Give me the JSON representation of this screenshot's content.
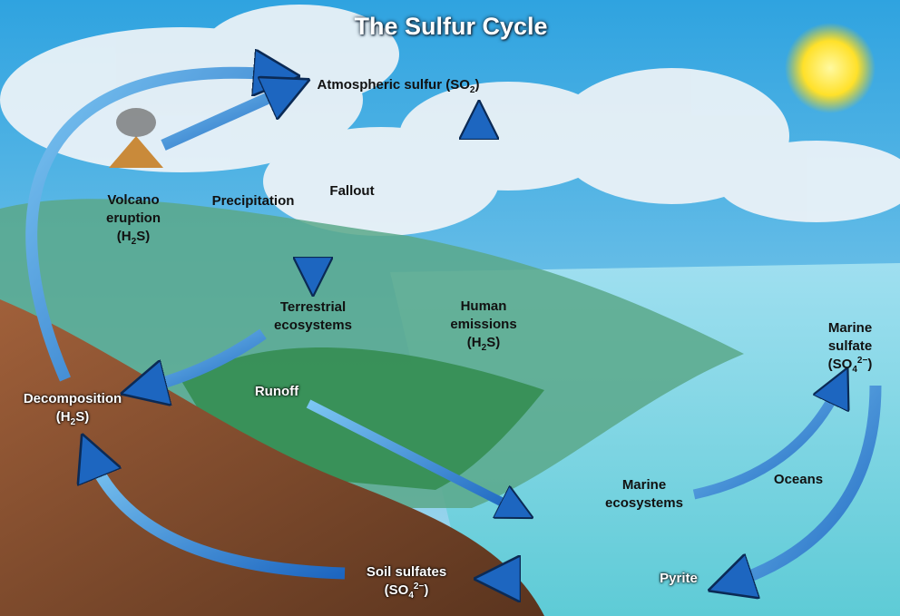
{
  "title": "The Sulfur Cycle",
  "labels": {
    "atmospheric": {
      "text": "Atmospheric sulfur (SO",
      "sub": "2",
      "end": ")"
    },
    "volcano": {
      "line1": "Volcano",
      "line2": "eruption",
      "pre": "(H",
      "sub": "2",
      "end": "S)"
    },
    "precipitation": "Precipitation",
    "fallout": "Fallout",
    "terrestrial": {
      "line1": "Terrestrial",
      "line2": "ecosystems"
    },
    "human": {
      "line1": "Human",
      "line2": "emissions",
      "pre": "(H",
      "sub": "2",
      "end": "S)"
    },
    "marine_sulfate": {
      "line1": "Marine",
      "line2": "sulfate",
      "pre": "(SO",
      "sub": "4",
      "sup": "2−",
      "end": ")"
    },
    "decomposition": {
      "line1": "Decomposition",
      "pre": "(H",
      "sub": "2",
      "end": "S)"
    },
    "runoff": "Runoff",
    "marine_ecosystems": {
      "line1": "Marine",
      "line2": "ecosystems"
    },
    "oceans": "Oceans",
    "soil_sulfates": {
      "line1": "Soil sulfates",
      "pre": "(SO",
      "sub": "4",
      "sup": "2−",
      "end": ")"
    },
    "pyrite": "Pyrite"
  },
  "colors": {
    "arrow": "#2e7fd0",
    "sky": "#4fb2e6",
    "ocean": "#7fd3e4",
    "soil": "#8a4f2c"
  }
}
